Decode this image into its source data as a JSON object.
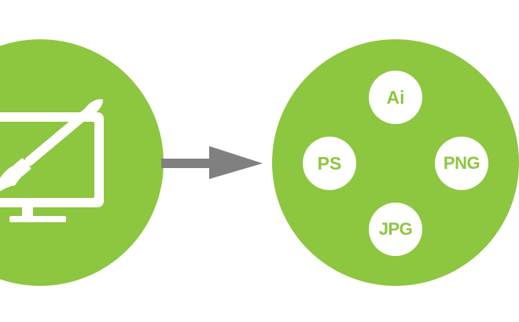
{
  "colors": {
    "primary_green": "#8dc63f",
    "arrow_gray": "#808080",
    "badge_fill": "#ffffff"
  },
  "source": {
    "icon": "monitor-with-paintbrush-icon"
  },
  "connector": {
    "icon": "arrow-right-icon"
  },
  "formats": [
    {
      "label": "Ai"
    },
    {
      "label": "PS"
    },
    {
      "label": "PNG"
    },
    {
      "label": "JPG"
    }
  ]
}
